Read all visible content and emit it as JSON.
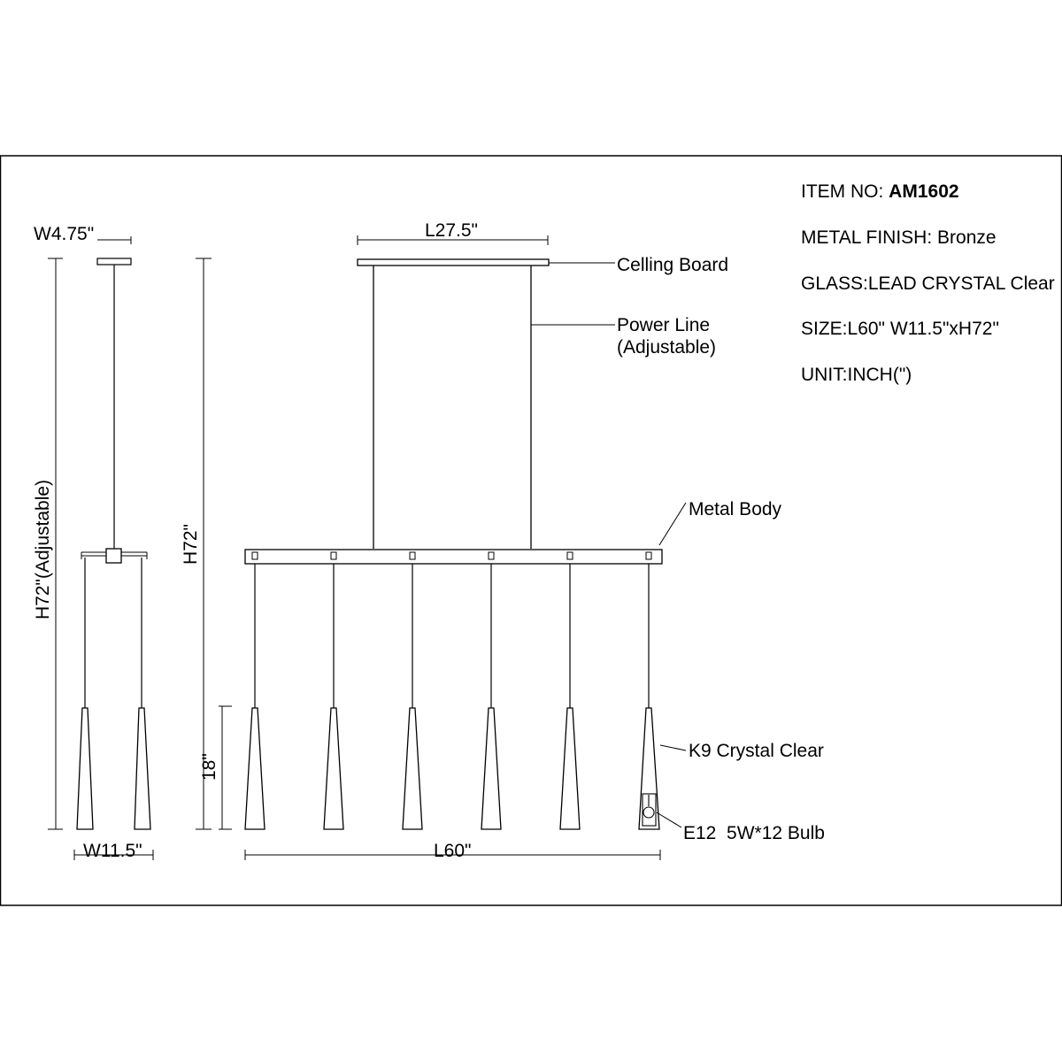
{
  "specs": {
    "item_no_label": "ITEM NO: ",
    "item_no_value": "AM1602",
    "metal_finish": "METAL FINISH: Bronze",
    "glass": "GLASS:LEAD CRYSTAL Clear",
    "size": "SIZE:L60\" W11.5\"xH72\"",
    "unit": "UNIT:INCH(\")"
  },
  "side_view": {
    "top_width": "W4.75\"",
    "height": "H72\"(Adjustable)",
    "bottom_width": "W11.5\""
  },
  "front_view": {
    "top_length": "L27.5\"",
    "height": "H72\"",
    "shade_height": "18\"",
    "bottom_length": "L60\""
  },
  "callouts": {
    "ceiling_board": "Celling Board",
    "power_line_1": "Power Line",
    "power_line_2": "(Adjustable)",
    "metal_body": "Metal Body",
    "crystal": "K9 Crystal Clear",
    "bulb": "E12  5W*12 Bulb"
  }
}
